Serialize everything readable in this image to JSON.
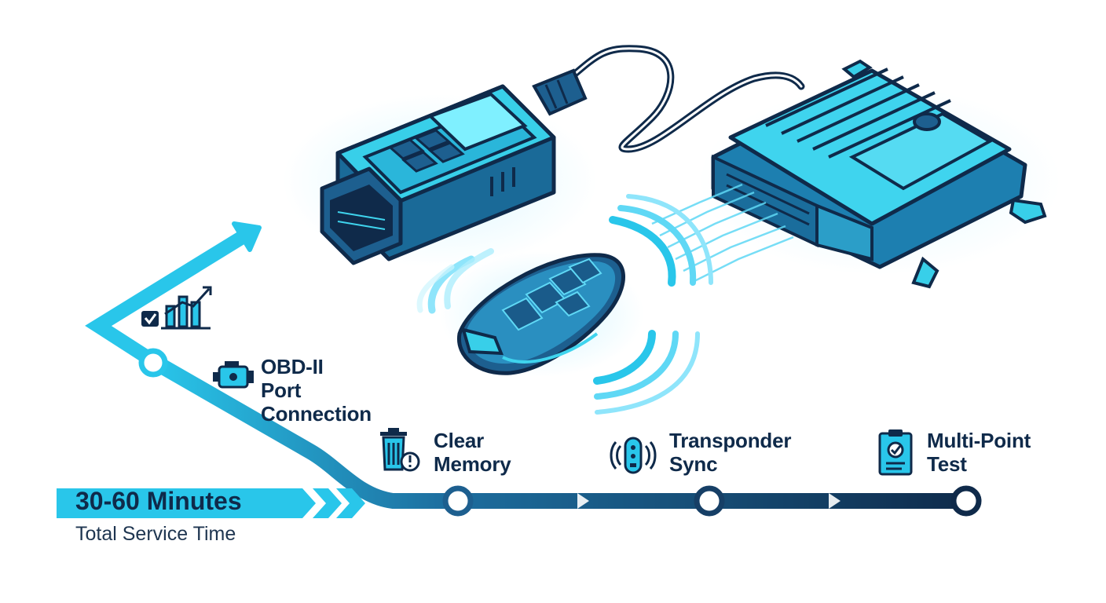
{
  "total_time": {
    "value": "30-60 Minutes",
    "caption": "Total Service Time"
  },
  "steps": [
    {
      "id": "obd",
      "lines": [
        "OBD-II",
        "Port",
        "Connection"
      ],
      "icon": "engine-icon"
    },
    {
      "id": "clear",
      "lines": [
        "Clear",
        "Memory"
      ],
      "icon": "trash-alert-icon"
    },
    {
      "id": "sync",
      "lines": [
        "Transponder",
        "Sync"
      ],
      "icon": "key-fob-signal-icon"
    },
    {
      "id": "test",
      "lines": [
        "Multi-Point",
        "Test"
      ],
      "icon": "clipboard-check-icon"
    }
  ],
  "illustrations": [
    "obd-scanner",
    "key-fob",
    "ecu-module",
    "growth-chart-icon"
  ],
  "colors": {
    "accent_cyan": "#29c6ea",
    "navy": "#0f2a4a",
    "mid_blue": "#1d5f8f",
    "device_cyan": "#38cfe9"
  }
}
